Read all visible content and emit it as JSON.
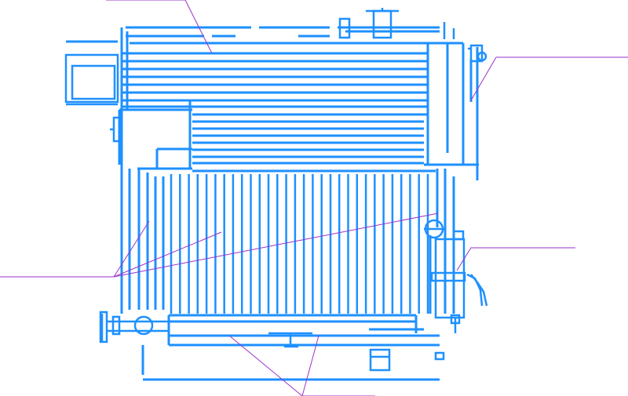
{
  "diagram": {
    "colors": {
      "drawing": "#1E90FF",
      "leader_lines": "#9932CC",
      "background": "#FFFFFF"
    },
    "tubes": {
      "upper_horizontal_rows": 10,
      "mid_horizontal_rows": 7,
      "vertical_tube_bank_count": 30
    },
    "leader_line_groups": 5
  }
}
